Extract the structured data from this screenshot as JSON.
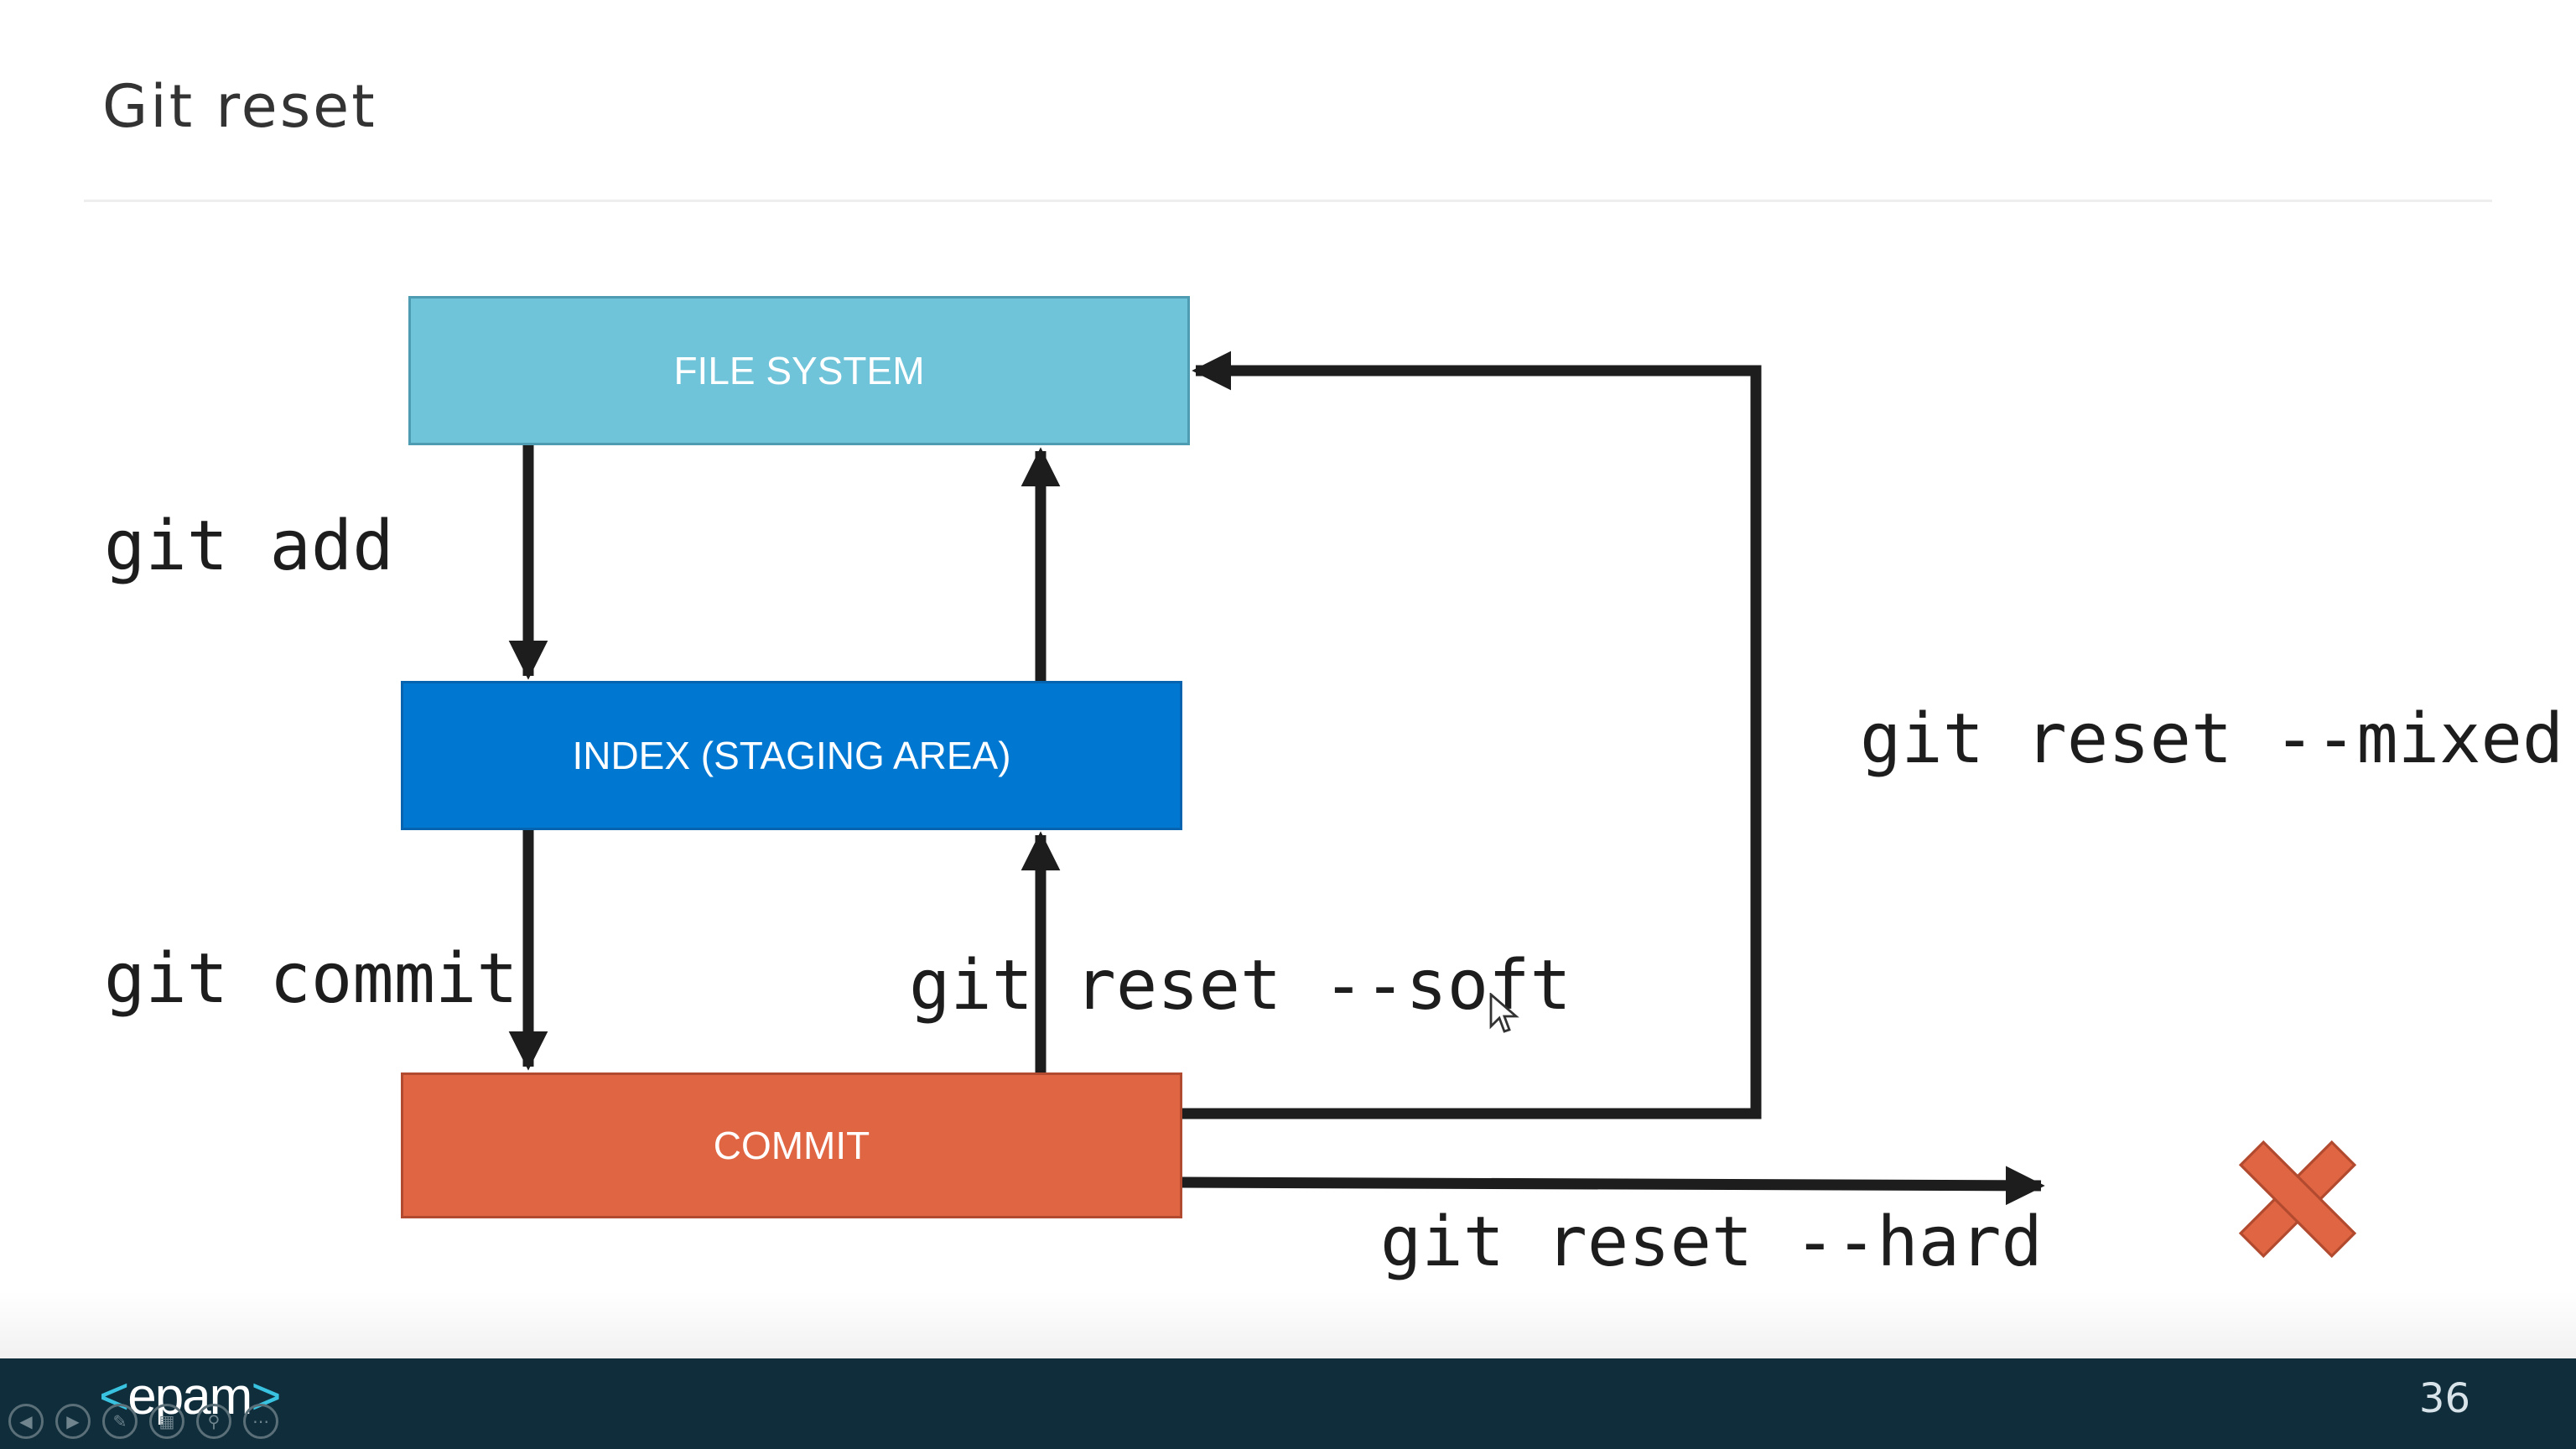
{
  "slide": {
    "title": "Git reset",
    "page_number": "36"
  },
  "boxes": {
    "file_system": "FILE SYSTEM",
    "index": "INDEX (STAGING AREA)",
    "commit": "COMMIT"
  },
  "commands": {
    "add": "git add",
    "commit": "git commit",
    "reset_soft": "git reset --soft",
    "reset_mixed": "git reset --mixed",
    "reset_hard": "git reset --hard"
  },
  "footer": {
    "logo": "epam",
    "logo_left": "<",
    "logo_right": ">"
  },
  "icons": {
    "hard_reset_result": "red-x-icon",
    "nav": [
      "prev-icon",
      "next-icon",
      "pen-icon",
      "slides-icon",
      "zoom-icon",
      "more-icon"
    ]
  },
  "colors": {
    "file_system": "#70c4da",
    "index": "#0078d2",
    "commit": "#e06543",
    "x_mark": "#e06543",
    "footer": "#0f2d3b"
  }
}
